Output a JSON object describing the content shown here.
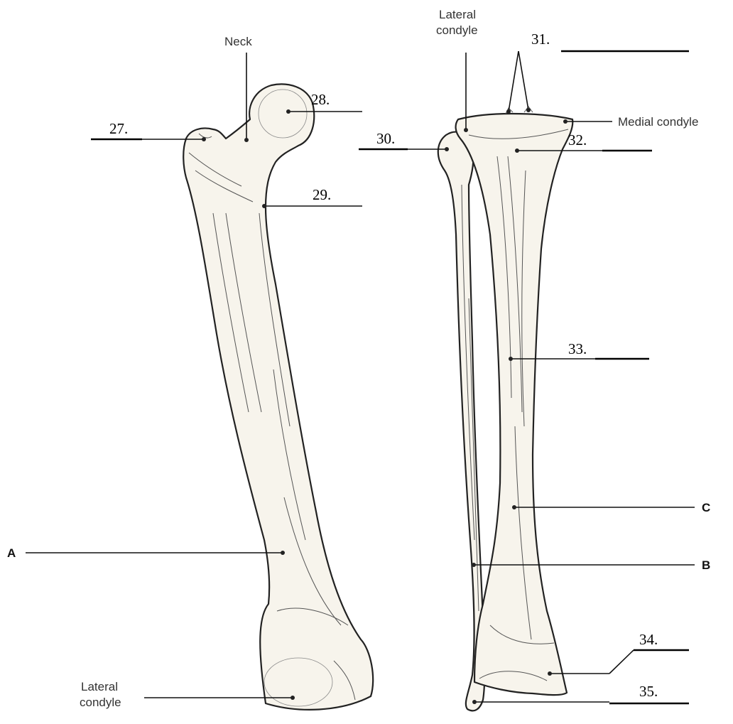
{
  "labels": {
    "neck": "Neck",
    "lateral_condyle_top_line1": "Lateral",
    "lateral_condyle_top_line2": "condyle",
    "medial_condyle": "Medial condyle",
    "lateral_condyle_bottom_line1": "Lateral",
    "lateral_condyle_bottom_line2": "condyle",
    "n27": "27.",
    "n28": "28.",
    "n29": "29.",
    "n30": "30.",
    "n31": "31.",
    "n32": "32.",
    "n33": "33.",
    "n34": "34.",
    "n35": "35.",
    "a": "A",
    "b": "B",
    "c": "C"
  }
}
